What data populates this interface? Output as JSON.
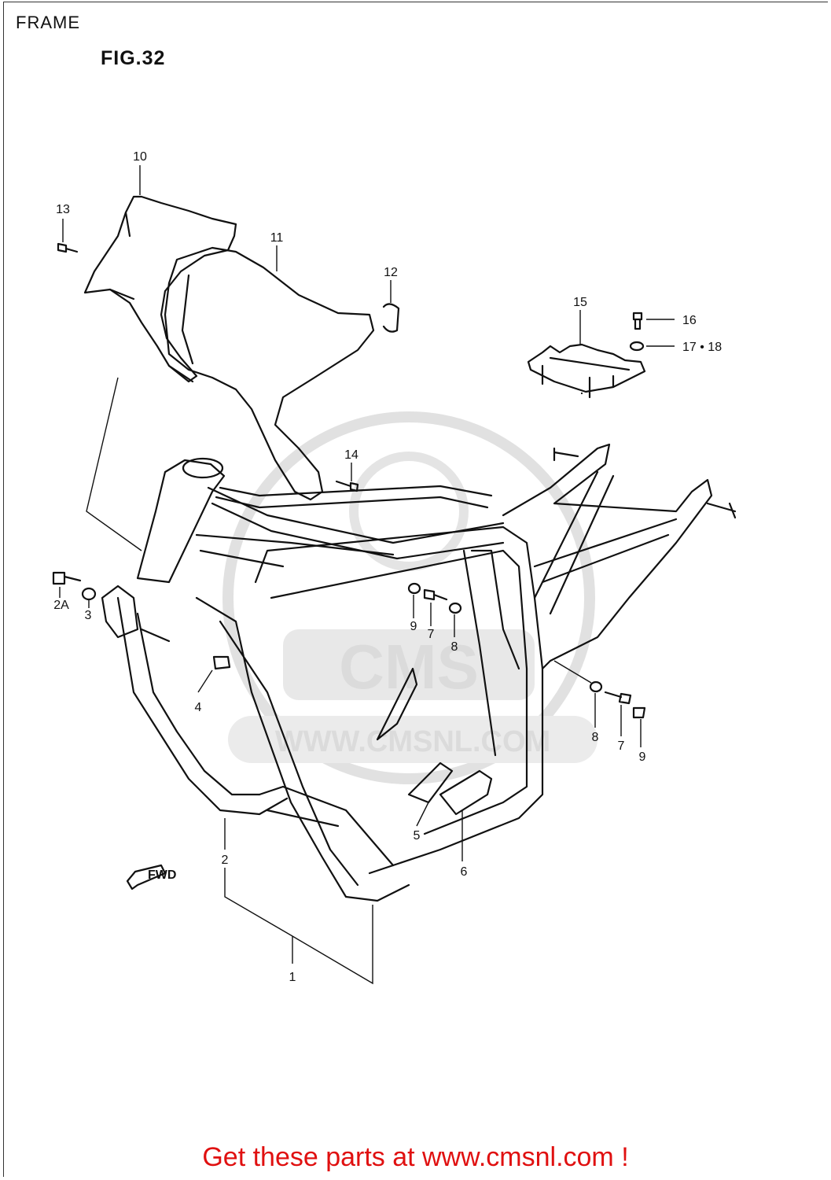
{
  "page": {
    "title": "FRAME",
    "figure": "FIG.32"
  },
  "watermark": {
    "url": "WWW.CMSNL.COM",
    "logo_text": "CMS"
  },
  "fwd_arrow": "FWD",
  "callouts": {
    "c1": "1",
    "c2": "2",
    "c2a": "2A",
    "c3": "3",
    "c4": "4",
    "c5": "5",
    "c6": "6",
    "c7a": "7",
    "c7b": "7",
    "c8a": "8",
    "c8b": "8",
    "c9a": "9",
    "c9b": "9",
    "c10": "10",
    "c11": "11",
    "c12": "12",
    "c13": "13",
    "c14": "14",
    "c15": "15",
    "c16": "16",
    "c1718": "17 • 18"
  },
  "footer": {
    "text": "Get these parts at www.cmsnl.com !"
  },
  "colors": {
    "footer": "#e01010",
    "line": "#111111",
    "watermark": "#d8d8d8"
  }
}
